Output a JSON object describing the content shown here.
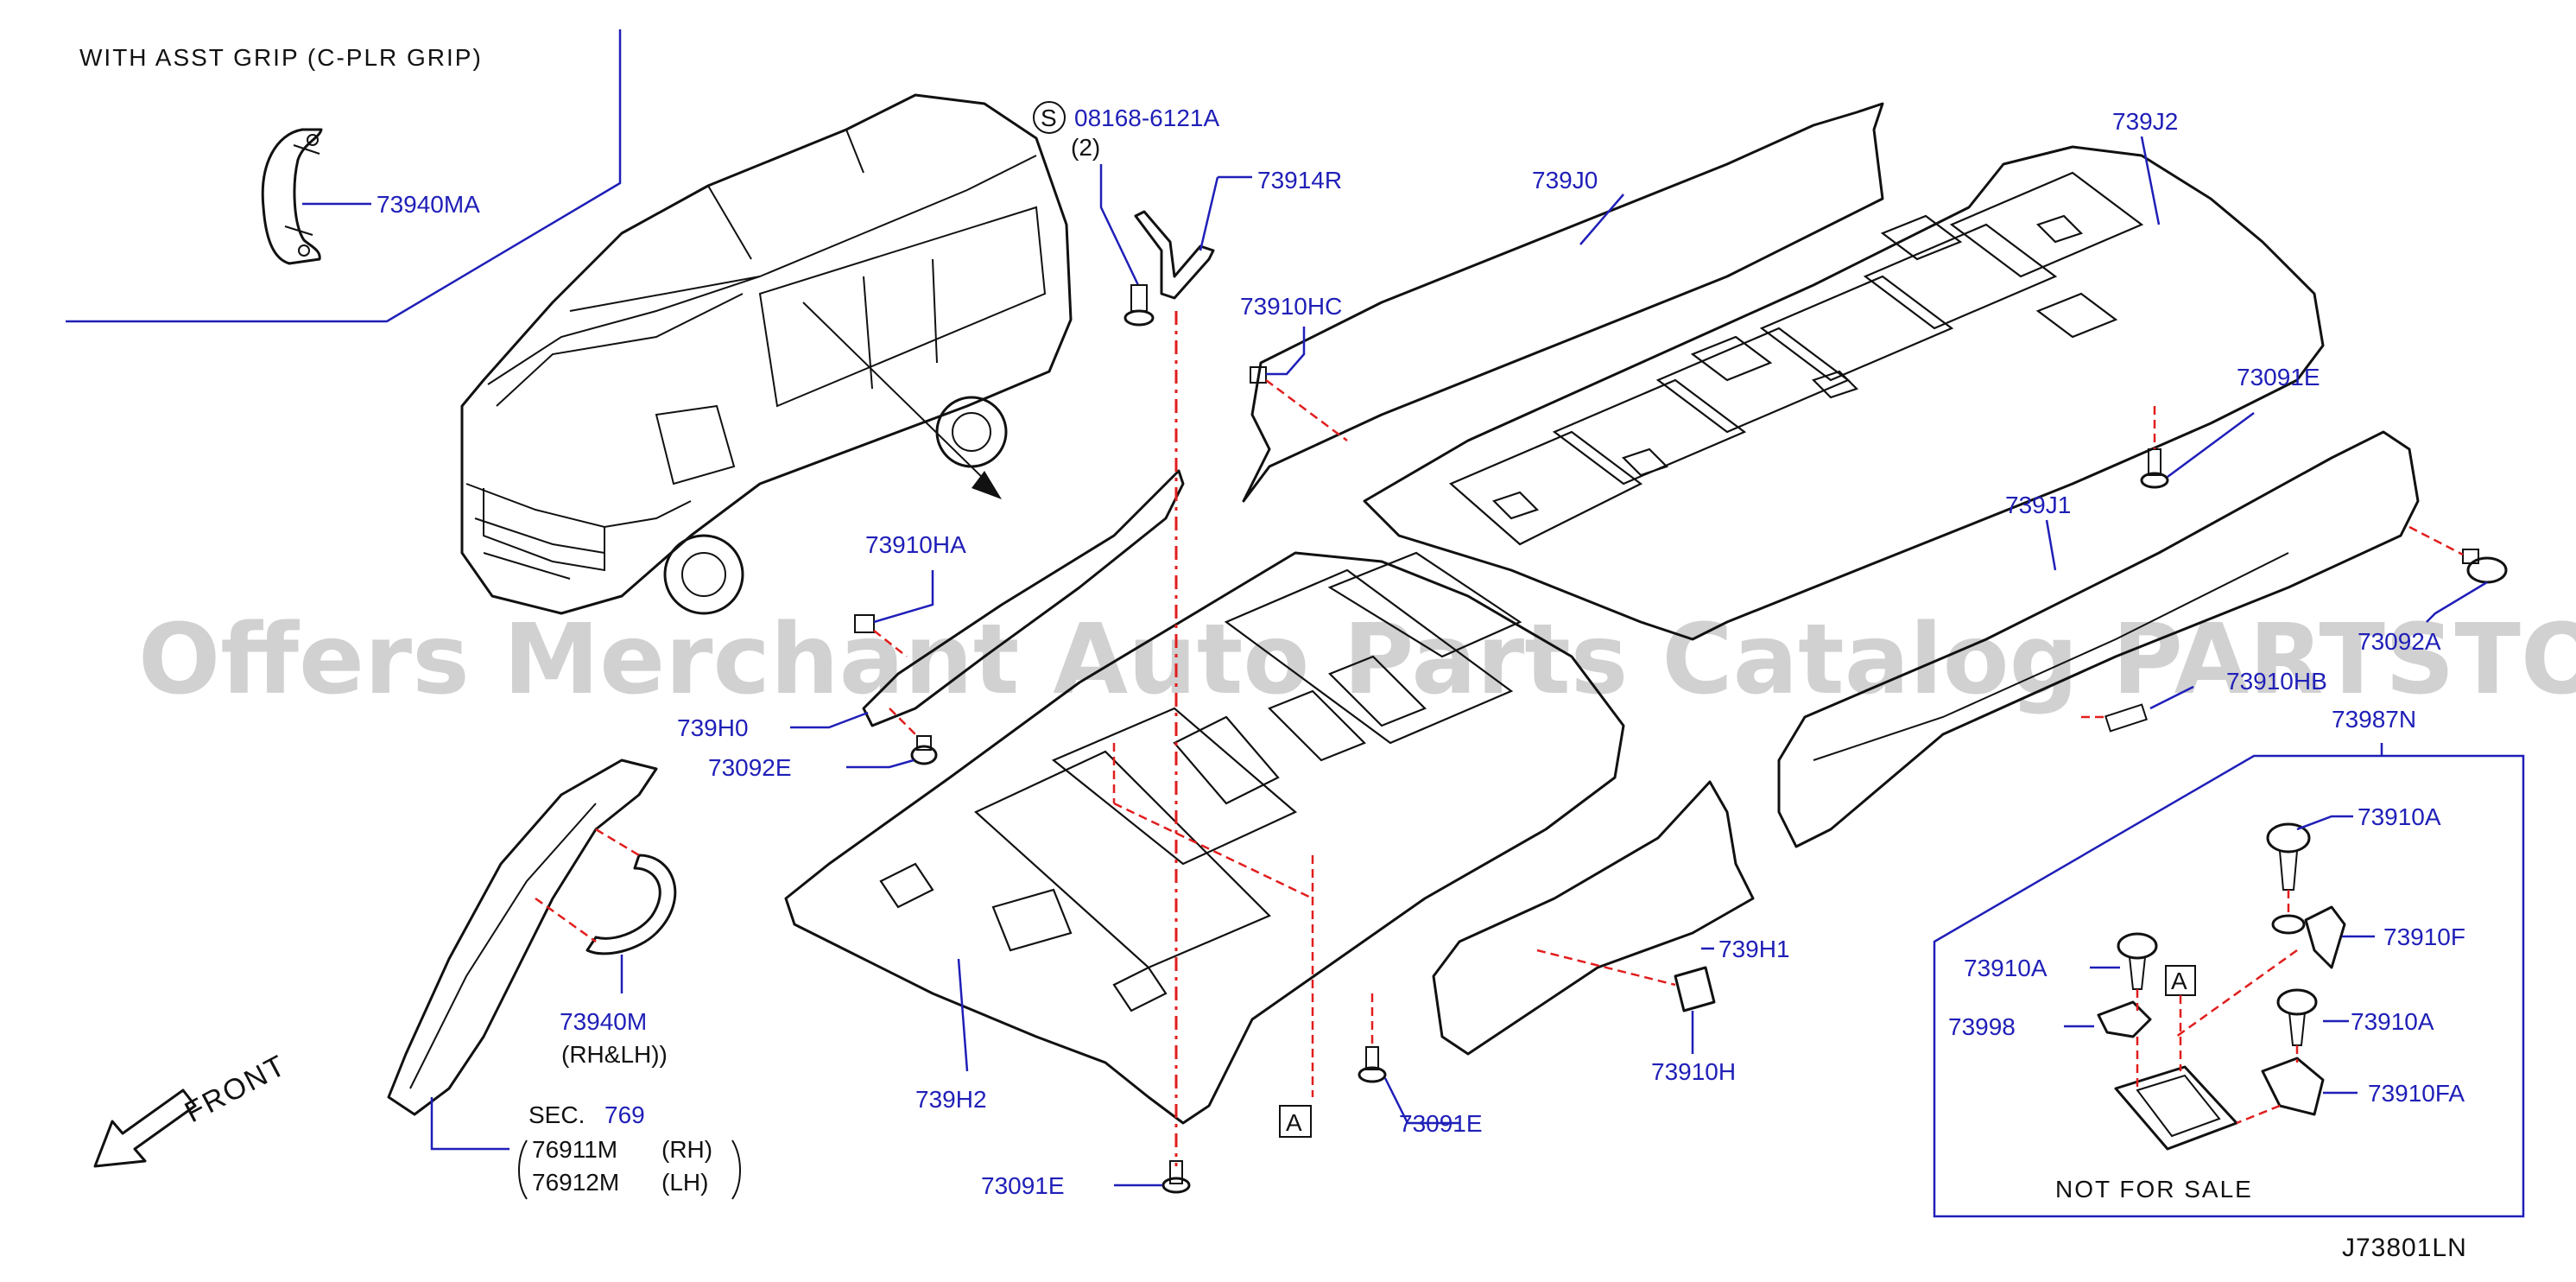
{
  "notes": {
    "asst_grip": "WITH   ASST   GRIP   (C-PLR   GRIP)",
    "sec": "SEC.",
    "sec_num": "769",
    "rh": "(RH)",
    "lh": "(LH)",
    "rhlh": "(RH&LH))",
    "front": "FRONT",
    "not_for_sale": "NOT   FOR   SALE",
    "diagram_code": "J73801LN",
    "watermark": "Offers Merchant Auto Parts Catalog PARTSTORE SA",
    "s_symbol": "S",
    "qty": "(2)",
    "ref_a": "A"
  },
  "parts": {
    "p73940MA": "73940MA",
    "p08168": "08168-6121A",
    "p73914R": "73914R",
    "p739J0": "739J0",
    "p739J2": "739J2",
    "p73910HC": "73910HC",
    "p73091E_a": "73091E",
    "p739J1": "739J1",
    "p73910HA": "73910HA",
    "p739H0": "739H0",
    "p73092E": "73092E",
    "p73092A": "73092A",
    "p73910HB": "73910HB",
    "p73987N": "73987N",
    "p73910A_a": "73910A",
    "p73910F": "73910F",
    "p73910A_b": "73910A",
    "p73998": "73998",
    "p73910A_c": "73910A",
    "p73910FA": "73910FA",
    "p739H1": "739H1",
    "p73910H": "73910H",
    "p73940M": "73940M",
    "p739H2": "739H2",
    "p73091E_b": "73091E",
    "p73091E_c": "73091E",
    "p76911M": "76911M",
    "p76912M": "76912M"
  }
}
